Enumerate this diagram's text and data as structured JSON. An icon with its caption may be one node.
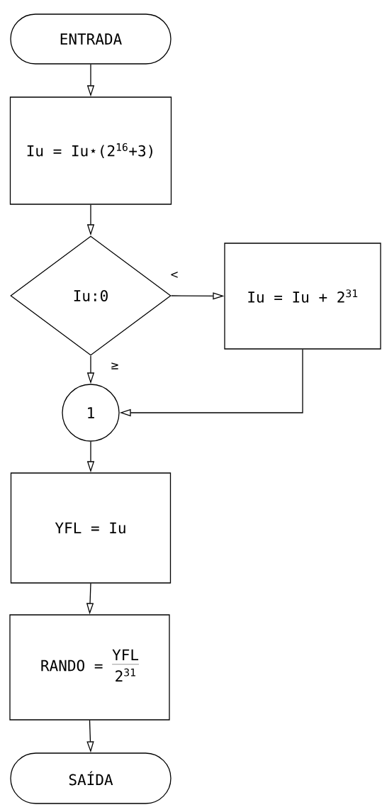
{
  "diagram": {
    "nodes": [
      {
        "text": [
          "ENTRADA"
        ]
      },
      {
        "text": [
          "Iu = Iu⋆(2$^{16}$+3)"
        ]
      },
      {
        "text": [
          "Iu:0"
        ]
      },
      {
        "text": [
          "Iu = Iu + 2$^{31}$"
        ]
      },
      {
        "text": [
          "1"
        ]
      },
      {
        "text": [
          "YFL = Iu"
        ]
      },
      {
        "text": [
          "RANDO =",
          "YFL",
          "2$^{31}$"
        ]
      },
      {
        "text": [
          "SAÍDA"
        ]
      }
    ],
    "edges": [
      {
        "from": 0,
        "to": 1,
        "arrow": "to"
      },
      {
        "from": 1,
        "to": 2,
        "arrow": "to"
      },
      {
        "from": 2,
        "to": 3,
        "arrow": "to",
        "label": "<"
      },
      {
        "from": 2,
        "to": 4,
        "arrow": "to",
        "label": "≥"
      },
      {
        "from": 3,
        "to": 4,
        "arrow": "to"
      },
      {
        "from": 4,
        "to": 5,
        "arrow": "to"
      },
      {
        "from": 5,
        "to": 6,
        "arrow": "to"
      },
      {
        "from": 6,
        "to": 7,
        "arrow": "to"
      }
    ]
  }
}
